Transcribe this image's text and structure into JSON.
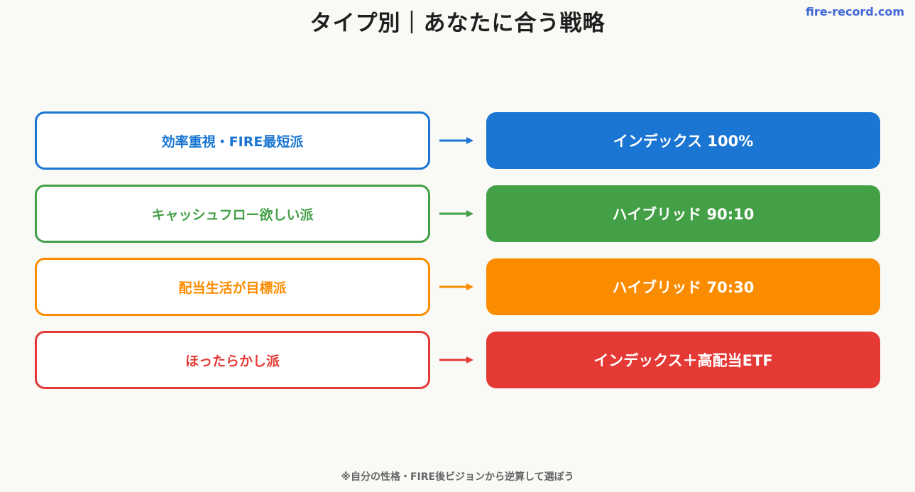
{
  "header": {
    "title": "タイプ別｜あなたに合う戦略",
    "site_url": "fire-record.com"
  },
  "rows": [
    {
      "type_label": "効率重視・FIRE最短派",
      "strategy_label": "インデックス 100%",
      "color": "#1a76d2"
    },
    {
      "type_label": "キャッシュフロー欲しい派",
      "strategy_label": "ハイブリッド 90:10",
      "color": "#43a047"
    },
    {
      "type_label": "配当生活が目標派",
      "strategy_label": "ハイブリッド 70:30",
      "color": "#fb8c00"
    },
    {
      "type_label": "ほったらかし派",
      "strategy_label": "インデックス＋高配当ETF",
      "color": "#e53935"
    }
  ],
  "footnote": "※自分の性格・FIRE後ビジョンから逆算して選ぼう",
  "icons": {
    "arrow": "arrow-right-icon"
  }
}
